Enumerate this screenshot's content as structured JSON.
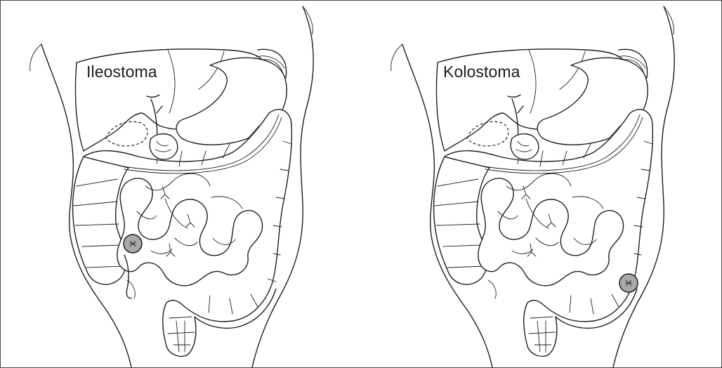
{
  "panels": [
    {
      "id": "ileostomy",
      "label": "Ileostoma"
    },
    {
      "id": "colostomy",
      "label": "Kolostoma"
    }
  ],
  "colors": {
    "outline": "#1e1e1e",
    "stoma_fill": "#a9a9a9",
    "frame": "#4a4a4a"
  }
}
